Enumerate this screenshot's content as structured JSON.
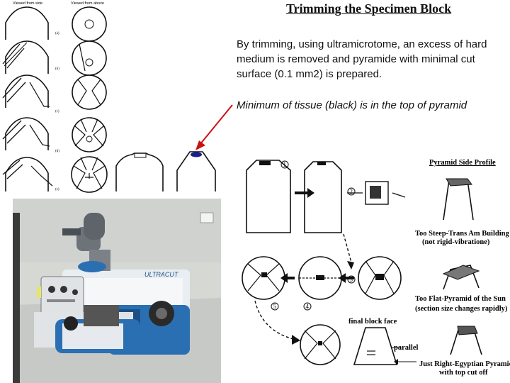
{
  "slide": {
    "title": "Trimming the Specimen Block",
    "paragraph_1": "By trimming, using ultramicrotome, an excess of hard medium is removed and pyramide with minimal cut surface (0.1 mm2) is prepared.",
    "paragraph_2": "Minimum of tissue (black) is in the top of pyramid"
  },
  "left_diagram": {
    "col_header_side": "Viewed from side",
    "col_header_above": "Viewed from above",
    "row_marks": [
      "(a)",
      "(b)",
      "(c)",
      "(d)",
      "(e)"
    ]
  },
  "photo": {
    "brand_label": "ULTRACUT"
  },
  "right_diagram": {
    "step_numbers": [
      "1",
      "2",
      "3",
      "4",
      "5"
    ],
    "final_label": "final block face",
    "parallel_label": "parallel",
    "profile_title": "Pyramid Side Profile",
    "profile_1": "Too Steep-Trans Am Building",
    "profile_1_note": "(not rigid-vibratione)",
    "profile_2": "Too Flat-Pyramid of the Sun",
    "profile_2_note": "(section size changes rapidly)",
    "profile_3": "Just Right-Egyptian Pyramid",
    "profile_3_note": "with top cut off"
  },
  "colors": {
    "arrow": "#cc1111",
    "ink": "#111111",
    "machine_blue": "#2b6fb3",
    "machine_white": "#e9eef2",
    "wall": "#d9dad6"
  }
}
